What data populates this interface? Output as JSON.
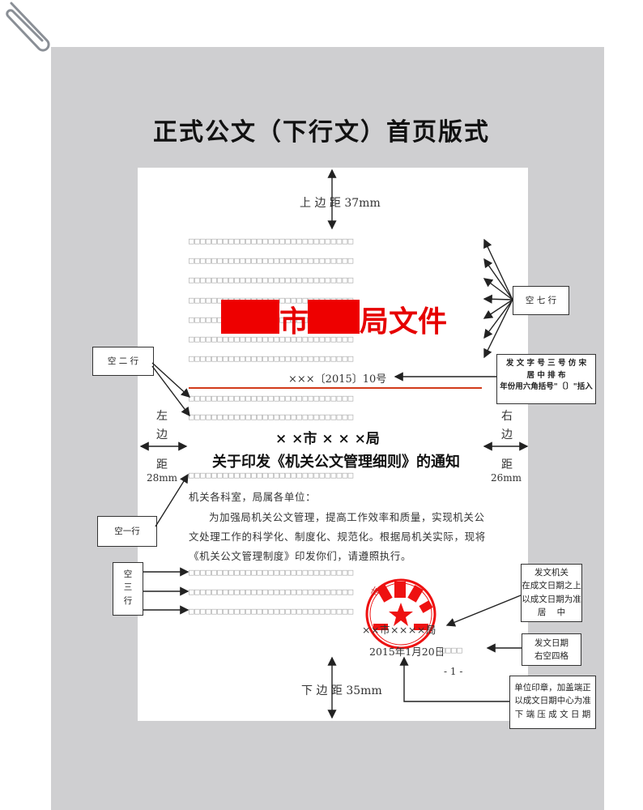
{
  "title": "正式公文（下行文）首页版式",
  "margins": {
    "top": "上 边 距 37mm",
    "bottom": "下 边 距 35mm",
    "left_chars": [
      "左",
      "边",
      "距"
    ],
    "left_value": "28mm",
    "right_chars": [
      "右",
      "边",
      "距"
    ],
    "right_value": "26mm"
  },
  "grid_row": "□□□□□□□□□□□□□□□□□□□□□□□□□□□□□",
  "header": {
    "red_text_1": "市",
    "red_text_2": "局文件",
    "doc_number": "×××〔2015〕10号"
  },
  "document": {
    "org_name": "× ×市 × × ×局",
    "notice_title": "关于印发《机关公文管理细则》的通知",
    "recipients": "机关各科室，局属各单位：",
    "para_line1": "为加强局机关公文管理，提高工作效率和质量，实现机关公",
    "para_line2": "文处理工作的科学化、制度化、规范化。根据局机关实际，现将",
    "para_line3": "《机关公文管理制度》印发你们，请遵照执行。",
    "signer": "××市××××局",
    "date": "2015年1月20日",
    "date_boxes": "□□□□",
    "page_number": "- 1 -"
  },
  "callouts": {
    "seven_lines": "空 七 行",
    "two_lines": "空 二 行",
    "one_line": "空一行",
    "three_lines_chars": [
      "空",
      "三",
      "行"
    ],
    "docnum_note": [
      "发 文 字 号 三 号 仿 宋",
      "居 中 排 布",
      "年份用六角括号\"〔〕\"括入"
    ],
    "issuer_note": [
      "发文机关",
      "在成文日期之上",
      "以成文日期为准",
      "居    中"
    ],
    "date_note": [
      "发文日期",
      "右空四格"
    ],
    "seal_note": [
      "单位印章，加盖端正",
      "以成文日期中心为准",
      "下 端 压 成 文 日 期"
    ]
  },
  "seal_text": "市"
}
